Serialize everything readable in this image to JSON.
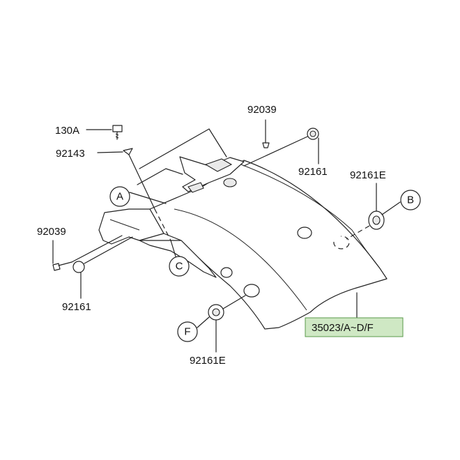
{
  "labels": {
    "p130a": "130A",
    "p92143": "92143",
    "p92039_top": "92039",
    "p92039_left": "92039",
    "p92161_top": "92161",
    "p92161_left": "92161",
    "p92161e_right": "92161E",
    "p92161e_bottom": "92161E",
    "p35023": "35023/A~D/F"
  },
  "callouts": {
    "a": "A",
    "b": "B",
    "c": "C",
    "f": "F"
  },
  "colors": {
    "highlight_fill": "#cfe8c4",
    "highlight_border": "#5a9a4a"
  }
}
